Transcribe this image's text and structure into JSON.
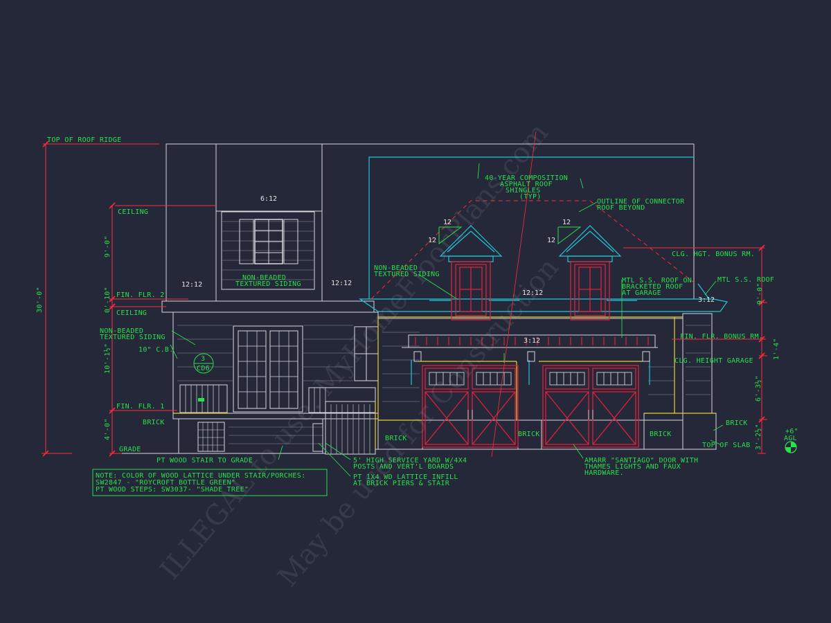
{
  "colors": {
    "background": "#252839",
    "annotation": "#27e04a",
    "dimension_red": "#ff2b3a",
    "outline_white": "#d9d9e0",
    "roof_cyan": "#1ec8d8",
    "accent_yellow": "#e6d22e",
    "window_red": "#e0203a"
  },
  "levels": {
    "top_ridge": "TOP OF ROOF RIDGE",
    "ceiling_upper": "CEILING",
    "fin_flr_2": "FIN. FLR. 2",
    "ceiling_lower": "CEILING",
    "fin_flr_1": "FIN. FLR. 1",
    "brick_left": "BRICK",
    "grade": "GRADE"
  },
  "dimensions": {
    "overall": "30'-0\"",
    "upper_ceiling": "9'-0\"",
    "floor_gap": "0'-10\"",
    "main_floor": "10'-1½\"",
    "foundation": "4'-0\"",
    "bonus_right": "9'-0\"",
    "garage_gap": "1'-4\"",
    "garage_height": "6'-3½\"",
    "slab": "3'-2½\""
  },
  "pitches": {
    "upper_roof": "6:12",
    "left_roof_a": "12:12",
    "left_roof_b": "12:12",
    "main_roof": "12:12",
    "porch_roof": "3:12",
    "dormer_roof": "3:12",
    "dormer1_rise": "12",
    "dormer1_run": "12",
    "dormer2_rise": "12",
    "dormer2_run": "12"
  },
  "notes": {
    "shingles": [
      "40-YEAR COMPOSITION",
      "ASPHALT ROOF",
      "SHINGLES",
      "(TYP)"
    ],
    "connector": [
      "OUTLINE OF CONNECTOR",
      "ROOF BEYOND"
    ],
    "siding_upper": [
      "NON-BEADED",
      "TEXTURED SIDING"
    ],
    "siding_mid": [
      "NON-BEADED",
      "TEXTURED SIDING"
    ],
    "siding_left": [
      "NON-BEADED",
      "TEXTURED SIDING"
    ],
    "cb": "10\" C.B.",
    "clg_bonus": "CLG. HGT. BONUS RM.",
    "mtl_bracketed": [
      "MTL S.S. ROOF ON",
      "BRACKETED ROOF",
      "AT GARAGE"
    ],
    "mtl_roof": "MTL S.S. ROOF",
    "fin_bonus": "FIN. FLR. BONUS RM.",
    "clg_garage": "CLG. HEIGHT GARAGE",
    "brick_right": "BRICK",
    "top_slab": "TOP OF SLAB",
    "agl_value": "+6\"",
    "agl": "AGL",
    "brick_1": "BRICK",
    "brick_2": "BRICK",
    "brick_3": "BRICK",
    "stair": "PT WOOD STAIR TO GRADE",
    "service_yard": [
      "5' HIGH SERVICE YARD W/4X4",
      "POSTS AND VERT'L BOARDS"
    ],
    "lattice": [
      "PT 1X4 WD LATTICE INFILL",
      "AT BRICK PIERS & STAIR"
    ],
    "door": [
      "AMARR \"SANTIAGO\" DOOR WITH",
      "THAMES LIGHTS AND FAUX",
      "HARDWARE."
    ],
    "color_note": [
      "NOTE: COLOR OF WOOD LATTICE UNDER STAIR/PORCHES:",
      "SW2847 - \"ROYCROFT BOTTLE GREEN\"",
      "PT WOOD STEPS: SW3037- \"SHADE TREE\""
    ]
  },
  "detail_tag": {
    "number": "3",
    "sheet": "CD6"
  },
  "watermark": [
    "ILLEGAL to use. MyHomeFloorPlans.com",
    "May be used for Construction"
  ]
}
